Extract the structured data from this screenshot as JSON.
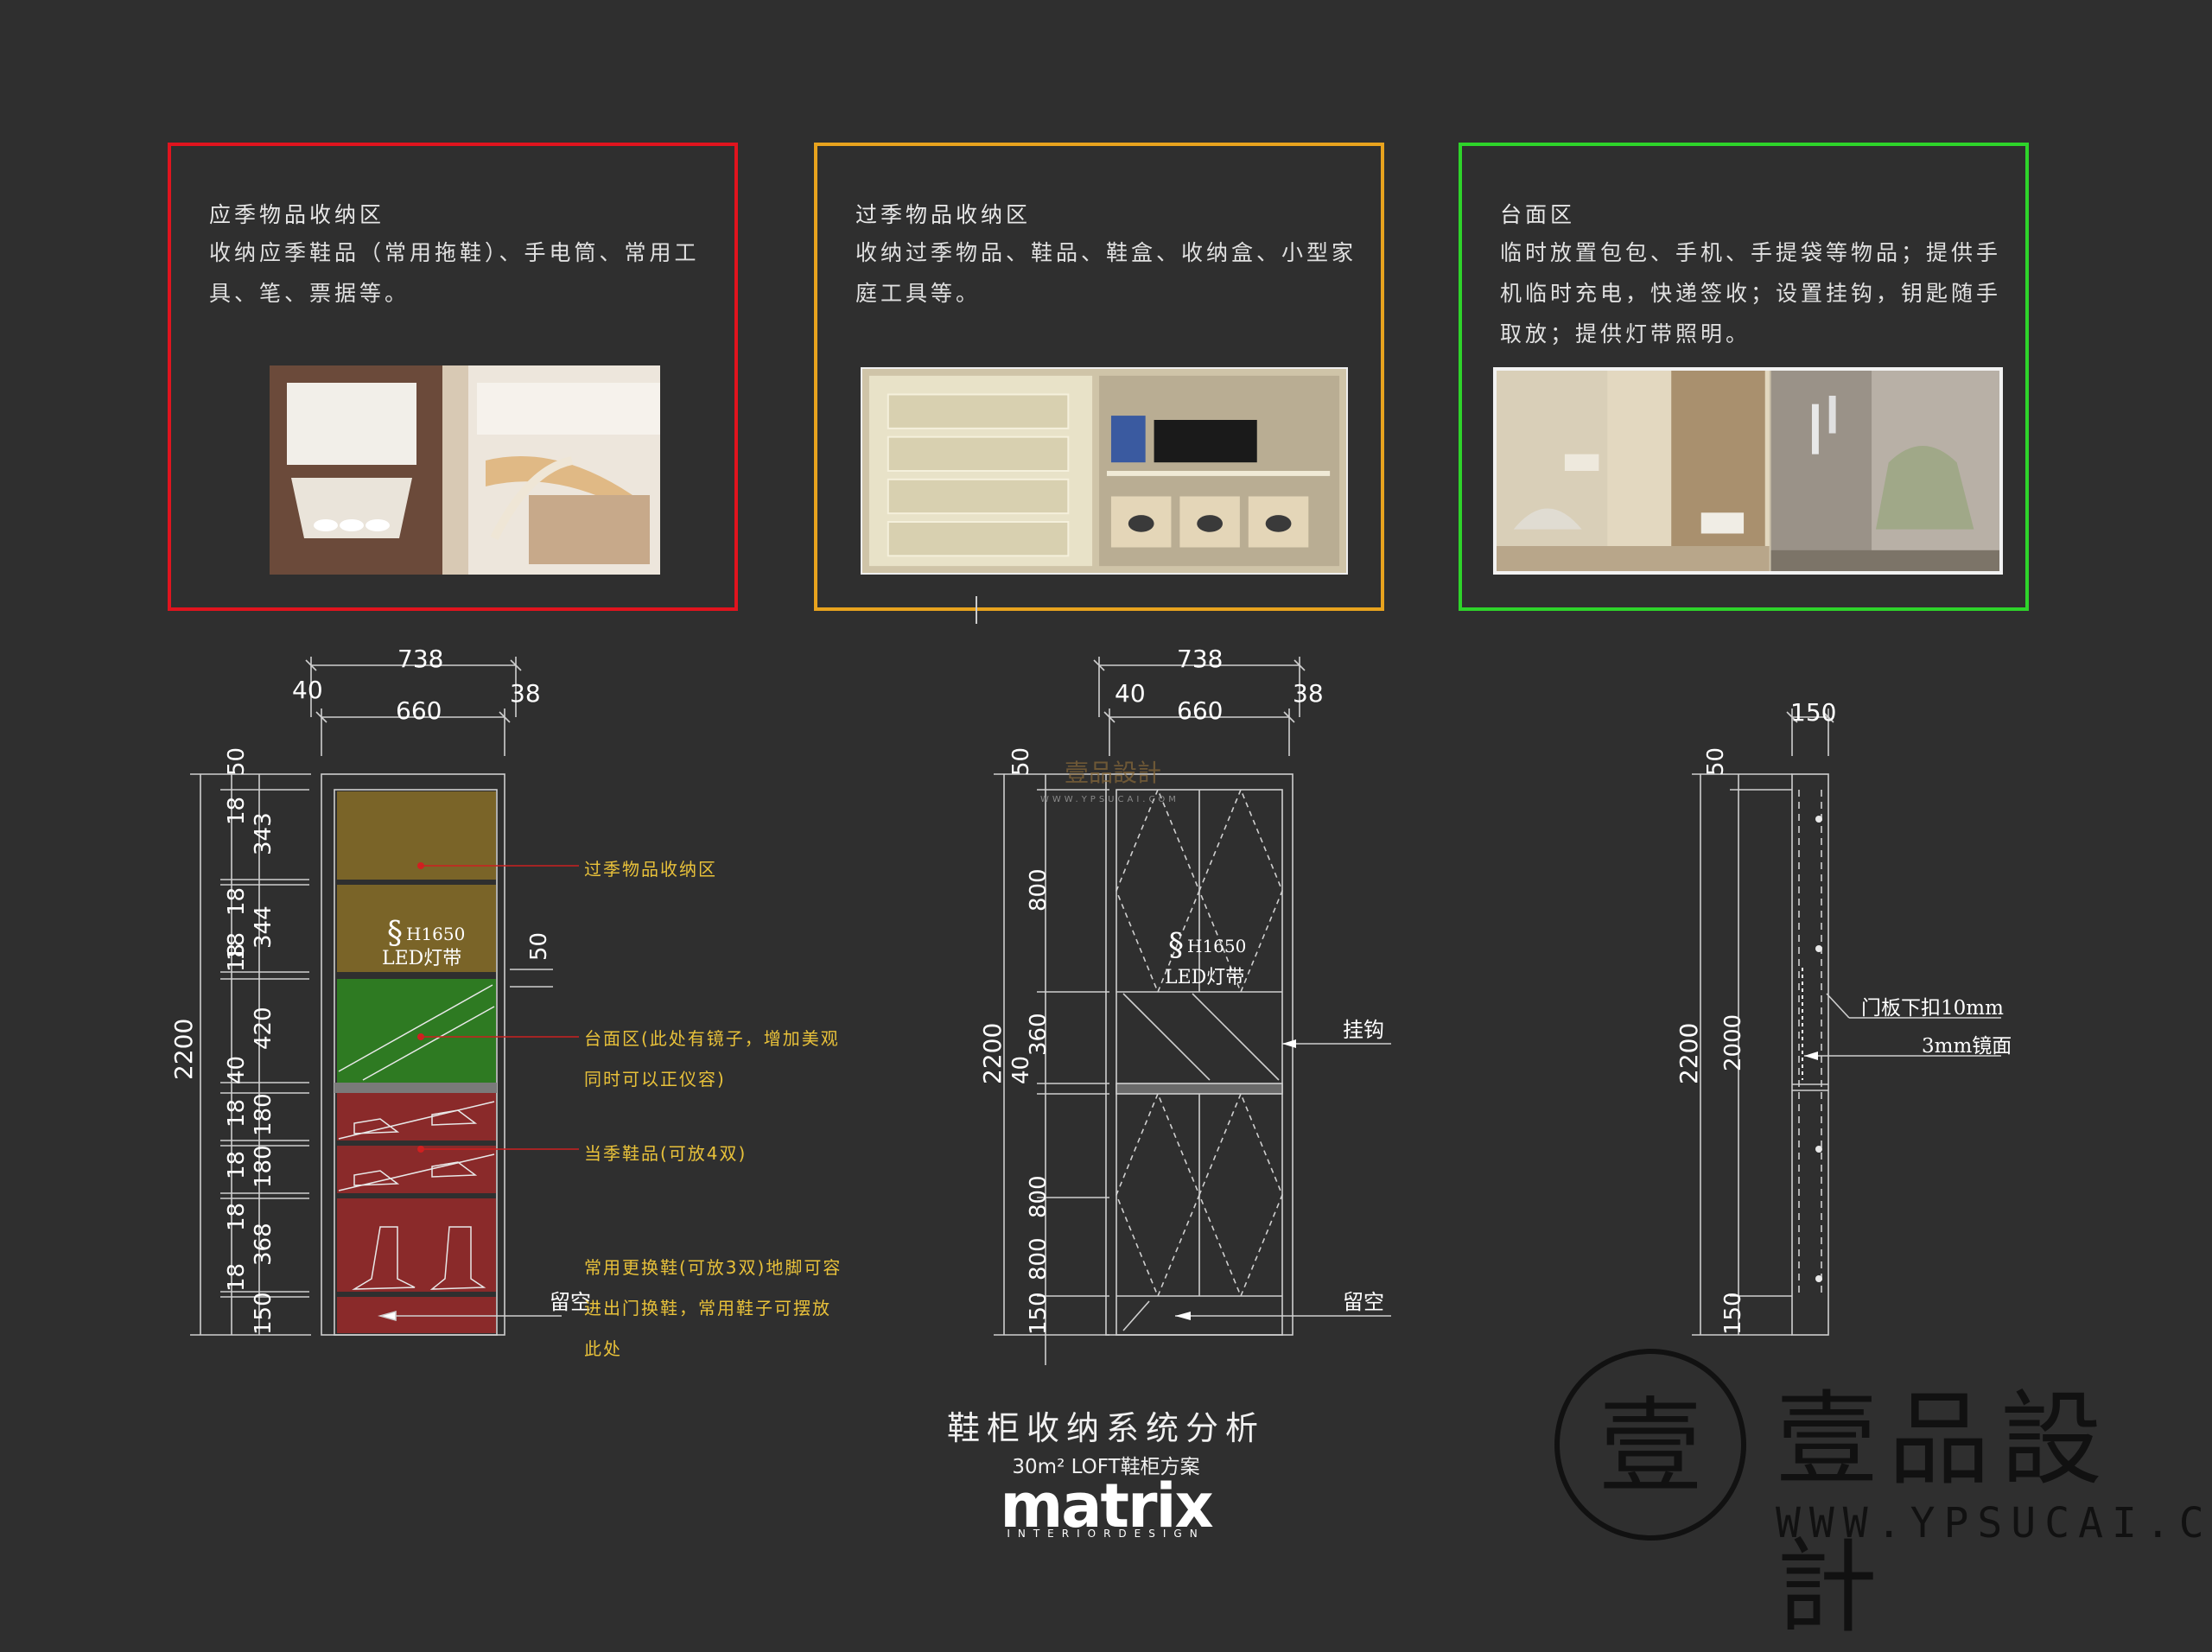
{
  "zones": [
    {
      "title": "应季物品收纳区",
      "desc": "收纳应季鞋品（常用拖鞋）、手电筒、常用工具、笔、票据等。",
      "border_color": "#e0141e"
    },
    {
      "title": "过季物品收纳区",
      "desc": "收纳过季物品、鞋品、鞋盒、收纳盒、小型家庭工具等。",
      "border_color": "#e8a31e"
    },
    {
      "title": "台面区",
      "desc": "临时放置包包、手机、手提袋等物品；提供手机临时充电，快递签收；设置挂钩，钥匙随手取放；提供灯带照明。",
      "border_color": "#2ed42a"
    }
  ],
  "drawing1": {
    "top_dims": [
      "738",
      "40",
      "660",
      "38"
    ],
    "left_total": "2200",
    "left_dims": [
      "50",
      "18",
      "343",
      "18",
      "18",
      "344",
      "18",
      "420",
      "40",
      "18",
      "180",
      "18",
      "180",
      "18",
      "368",
      "18",
      "150"
    ],
    "side_dim": "50",
    "led_label": "H1650",
    "led_text": "LED灯带",
    "callouts": [
      "过季物品收纳区",
      "台面区(此处有镜子，增加美观",
      "同时可以正仪容)",
      "当季鞋品(可放4双)",
      "常用更换鞋(可放3双)地脚可容",
      "进出门换鞋，常用鞋子可摆放",
      "此处"
    ],
    "bottom_label": "留空"
  },
  "drawing2": {
    "top_dims": [
      "738",
      "40",
      "660",
      "38"
    ],
    "left_total": "2200",
    "left_dims": [
      "50",
      "800",
      "360",
      "40",
      "800",
      "800",
      "150"
    ],
    "led_label": "H1650",
    "led_text": "LED灯带",
    "hook_label": "挂钩",
    "bottom_label": "留空",
    "watermark": "壹品設計",
    "watermark_url": "WWW.YPSUCAI.COM"
  },
  "drawing3": {
    "top_dim": "150",
    "left_total": "2200",
    "left_dims": [
      "50",
      "2000",
      "150"
    ],
    "callout_1": "门板下扣10mm",
    "callout_2": "3mm镜面"
  },
  "footer": {
    "title": "鞋柜收纳系统分析",
    "subtitle": "30m² LOFT鞋柜方案",
    "brand": "matrix",
    "brand_sub": "INTERIORDESIGN"
  },
  "watermark": {
    "text": "壹品設計",
    "url": "WWW.YPSUCAI.COM",
    "seal_char": "壹"
  }
}
